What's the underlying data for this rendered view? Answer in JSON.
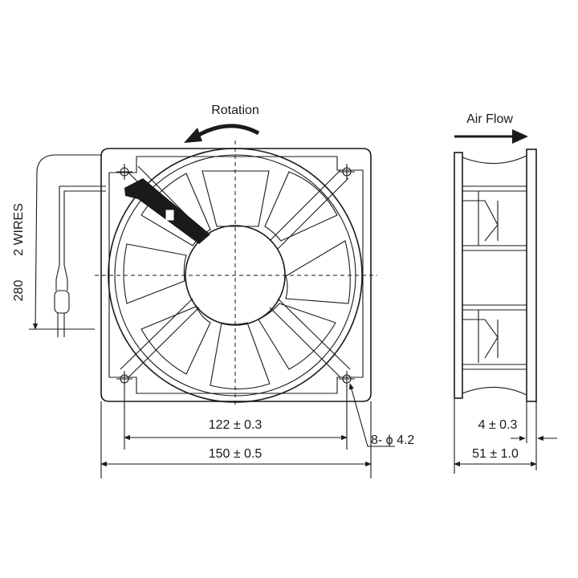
{
  "front_view": {
    "rotation_label": "Rotation",
    "wire_label": "2 WIRES",
    "wire_length": "280",
    "inner_dim": "122 ± 0.3",
    "outer_dim": "150 ± 0.5",
    "hole_label": "8- ϕ 4.2"
  },
  "side_view": {
    "airflow_label": "Air Flow",
    "flange_dim": "4 ± 0.3",
    "depth_dim": "51 ± 1.0"
  }
}
